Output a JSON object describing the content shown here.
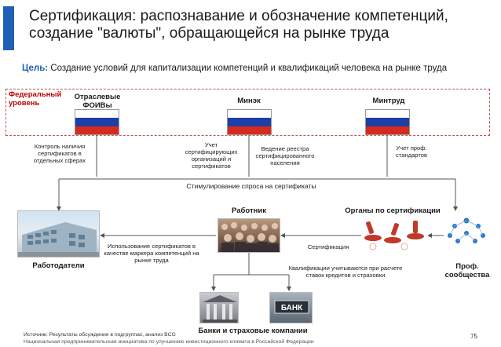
{
  "title": "Сертификация: распознавание и обозначение компетенций, создание \"валюты\", обращающейся на рынке труда",
  "goal": {
    "label": "Цель:",
    "text": " Создание условий для капитализации компетенций и квалификаций человека на рынке труда"
  },
  "federal_level": "Федеральный уровень",
  "orgs": {
    "foiv": "Отраслевые ФОИВы",
    "minek": "Минэк",
    "mintrud": "Минтруд"
  },
  "notes": {
    "control": "Контроль наличия сертификатов в отдельных сферах",
    "certifiers": "Учет сертифицирующих организаций и сертификатов",
    "registry": "Ведение реестра сертифицированного населения",
    "standards": "Учет проф. стандартов",
    "demand": "Стимулирование спроса на сертификаты",
    "usage": "Использование сертификатов в качестве маркера компетенций на рынке труда",
    "certification": "Сертификация",
    "banks_note": "Квалификации учитываются при расчете ставок кредитов и страховки"
  },
  "actors": {
    "worker": "Работник",
    "cert_bodies": "Органы по сертификации",
    "employers": "Работодатели",
    "prof": "Проф. сообщества",
    "banks": "Банки и страховые компании"
  },
  "bank_sign": "БАНК",
  "footer": {
    "source": "Источник: Результаты обсуждения в подгруппах, анализ BCG",
    "org": "Национальная предпринимательская инициатива по улучшению инвестиционного климата в Российской Федерации",
    "page": "75"
  },
  "colors": {
    "accent": "#1f5fb5",
    "federal": "#c00000",
    "flag_white": "#ffffff",
    "flag_blue": "#1c3fa8",
    "flag_red": "#d52b1e"
  }
}
